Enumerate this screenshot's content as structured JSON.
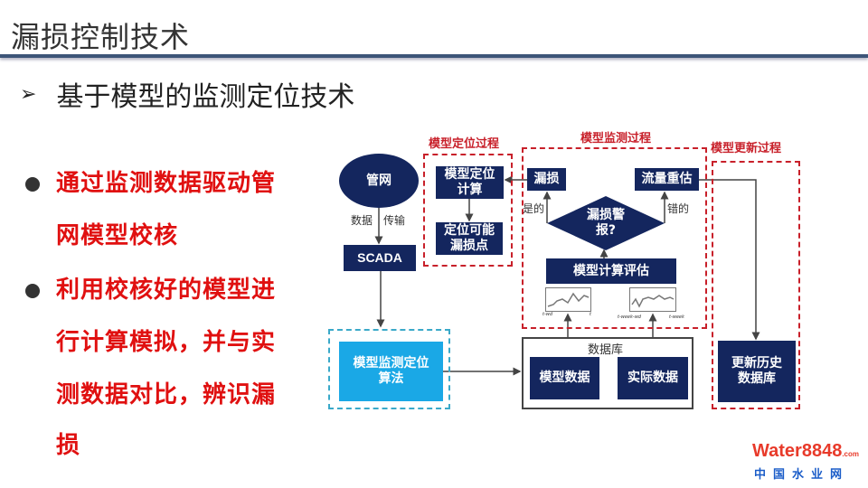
{
  "header": {
    "title": "漏损控制技术",
    "subtitle": "基于模型的监测定位技术"
  },
  "bullets": [
    {
      "lines": [
        "通过监测数据驱动管",
        "网模型校核"
      ]
    },
    {
      "lines": [
        "利用校核好的模型进",
        "行计算模拟，并与实",
        "测数据对比，辨识漏",
        "损"
      ]
    }
  ],
  "diagram": {
    "pipe_network": "管网",
    "data_label": "数据",
    "transfer_label": "传输",
    "scada": "SCADA",
    "algo": "模型监测定位算法",
    "locate_section": "模型定位过程",
    "locate_calc": "模型定位计算",
    "locate_points": "定位可能漏损点",
    "monitor_section": "模型监测过程",
    "leak": "漏损",
    "flow_reestimate": "流量重估",
    "alarm": "漏损警报?",
    "yes": "是的",
    "no": "错的",
    "model_eval": "模型计算评估",
    "chart1_labels": [
      "t-wd",
      "t"
    ],
    "chart2_labels": [
      "t-week-wd",
      "t-week"
    ],
    "database": "数据库",
    "model_data": "模型数据",
    "actual_data": "实际数据",
    "update_section": "模型更新过程",
    "update_db": "更新历史数据库"
  },
  "logo": {
    "brand": "Water8848",
    "domain": ".com",
    "tagline": "中国水业网"
  }
}
